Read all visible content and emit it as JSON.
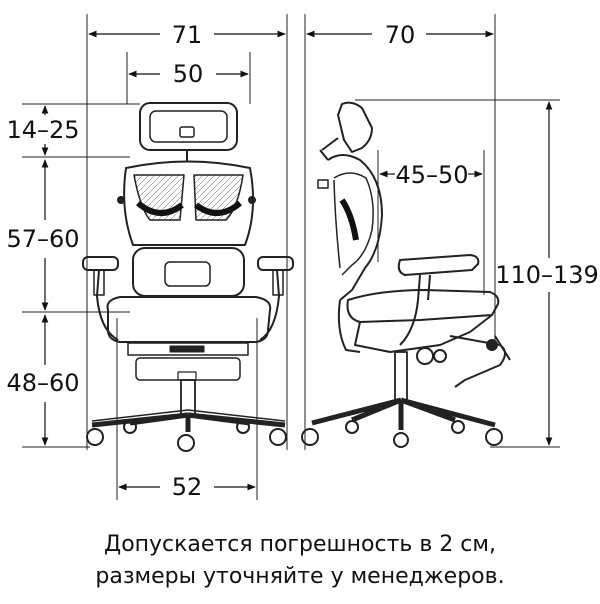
{
  "dimensions": {
    "front_total_width": "71",
    "headrest_width": "50",
    "headrest_adjust": "14–25",
    "backrest_height": "57–60",
    "seat_height": "48–60",
    "base_width": "52",
    "side_total_depth": "70",
    "seat_depth": "45–50",
    "total_height": "110–139"
  },
  "caption": {
    "line1": "Допускается погрешность в 2 см,",
    "line2": "размеры уточняйте у менеджеров."
  },
  "colors": {
    "line": "#222222",
    "dim": "#111111",
    "background": "#ffffff"
  }
}
